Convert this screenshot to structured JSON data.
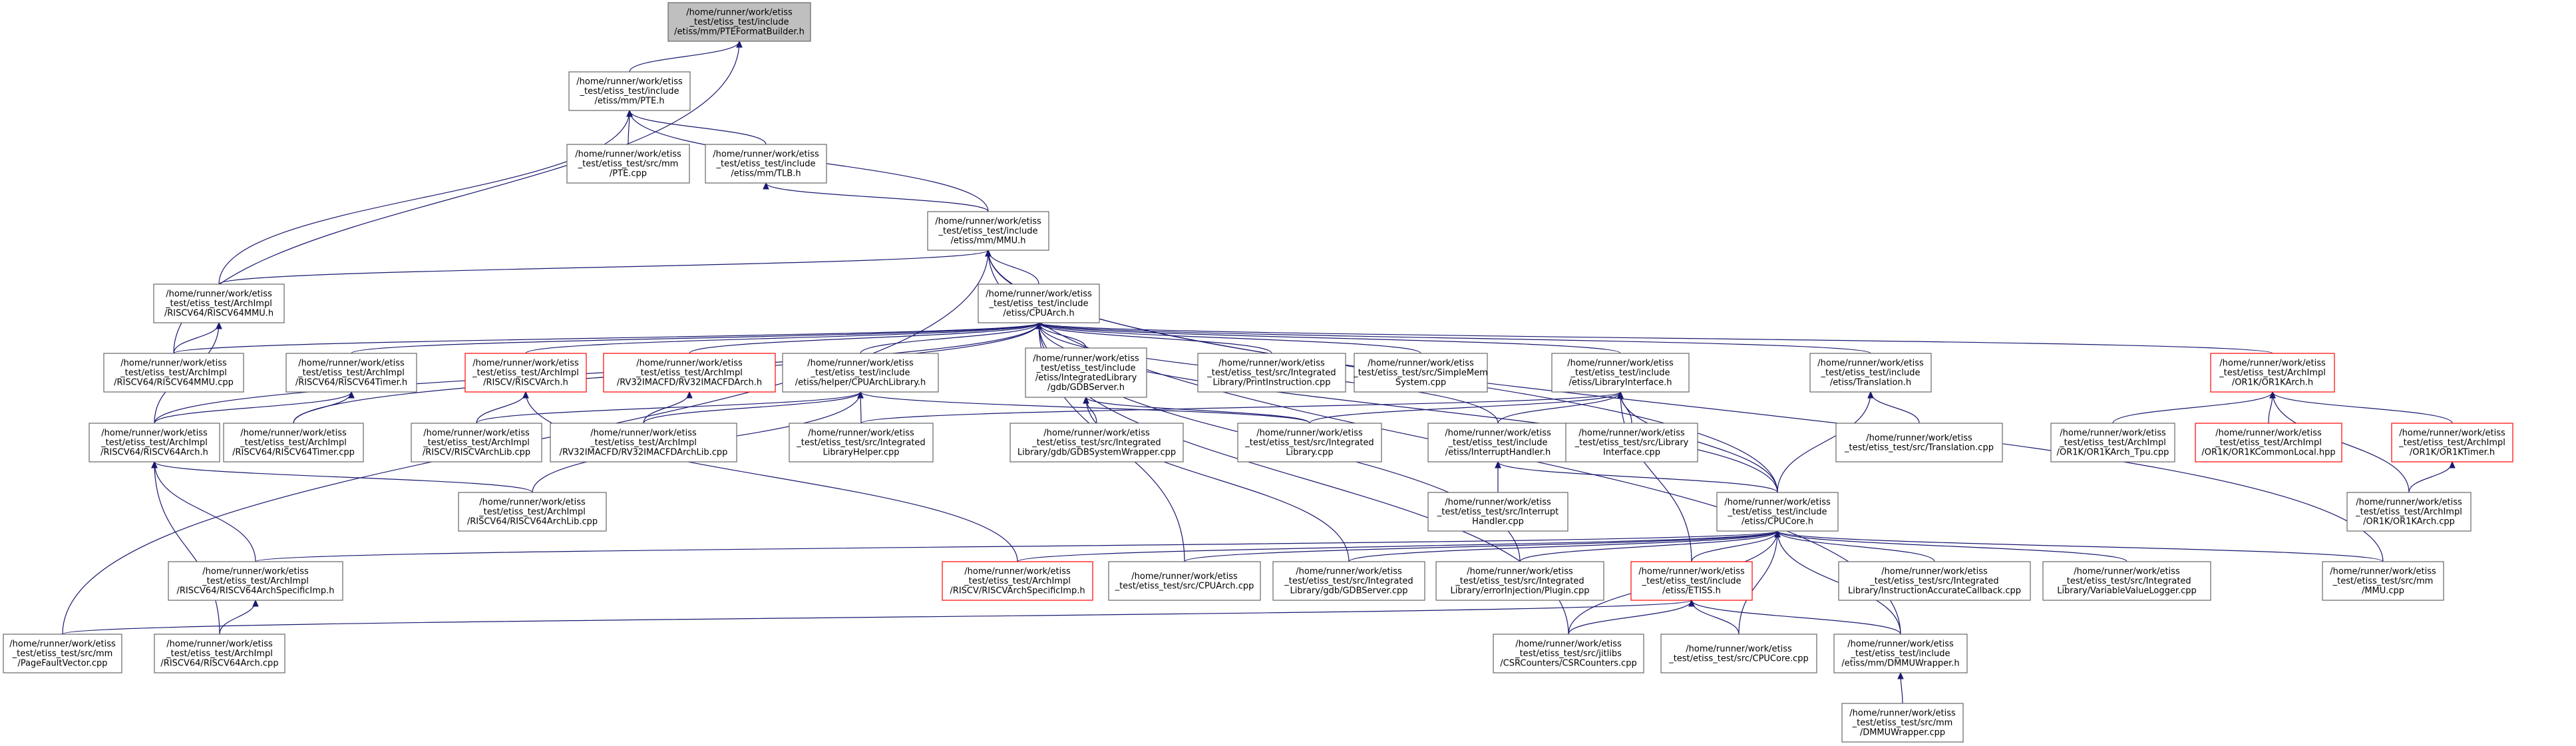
{
  "diagram": {
    "nodes": [
      {
        "id": "pteformatbuilder_h",
        "lines": [
          "/home/runner/work/etiss",
          "_test/etiss_test/include",
          "/etiss/mm/PTEFormatBuilder.h"
        ],
        "style": "root"
      },
      {
        "id": "pte_h",
        "lines": [
          "/home/runner/work/etiss",
          "_test/etiss_test/include",
          "/etiss/mm/PTE.h"
        ],
        "style": "normal"
      },
      {
        "id": "pte_cpp",
        "lines": [
          "/home/runner/work/etiss",
          "_test/etiss_test/src/mm",
          "/PTE.cpp"
        ],
        "style": "normal"
      },
      {
        "id": "tlb_h",
        "lines": [
          "/home/runner/work/etiss",
          "_test/etiss_test/include",
          "/etiss/mm/TLB.h"
        ],
        "style": "normal"
      },
      {
        "id": "mmu_h",
        "lines": [
          "/home/runner/work/etiss",
          "_test/etiss_test/include",
          "/etiss/mm/MMU.h"
        ],
        "style": "normal"
      },
      {
        "id": "riscv64mmu_h",
        "lines": [
          "/home/runner/work/etiss",
          "_test/etiss_test/ArchImpl",
          "/RISCV64/RISCV64MMU.h"
        ],
        "style": "normal"
      },
      {
        "id": "cpuarch_h",
        "lines": [
          "/home/runner/work/etiss",
          "_test/etiss_test/include",
          "/etiss/CPUArch.h"
        ],
        "style": "normal"
      },
      {
        "id": "riscv64mmu_cpp",
        "lines": [
          "/home/runner/work/etiss",
          "_test/etiss_test/ArchImpl",
          "/RISCV64/RISCV64MMU.cpp"
        ],
        "style": "normal"
      },
      {
        "id": "riscv64timer_h",
        "lines": [
          "/home/runner/work/etiss",
          "_test/etiss_test/ArchImpl",
          "/RISCV64/RISCV64Timer.h"
        ],
        "style": "normal"
      },
      {
        "id": "riscvarch_h",
        "lines": [
          "/home/runner/work/etiss",
          "_test/etiss_test/ArchImpl",
          "/RISCV/RISCVArch.h"
        ],
        "style": "red"
      },
      {
        "id": "rv32imacfdarch_h",
        "lines": [
          "/home/runner/work/etiss",
          "_test/etiss_test/ArchImpl",
          "/RV32IMACFD/RV32IMACFDArch.h"
        ],
        "style": "red"
      },
      {
        "id": "cpuarchlibrary_h",
        "lines": [
          "/home/runner/work/etiss",
          "_test/etiss_test/include",
          "/etiss/helper/CPUArchLibrary.h"
        ],
        "style": "normal"
      },
      {
        "id": "gdbserver_h",
        "lines": [
          "/home/runner/work/etiss",
          "_test/etiss_test/include",
          "/etiss/IntegratedLibrary",
          "/gdb/GDBServer.h"
        ],
        "style": "normal"
      },
      {
        "id": "printinstruction_cpp",
        "lines": [
          "/home/runner/work/etiss",
          "_test/etiss_test/src/Integrated",
          "Library/PrintInstruction.cpp"
        ],
        "style": "normal"
      },
      {
        "id": "simplemem_cpp",
        "lines": [
          "/home/runner/work/etiss",
          "_test/etiss_test/src/SimpleMem",
          "System.cpp"
        ],
        "style": "normal"
      },
      {
        "id": "libraryinterface_h",
        "lines": [
          "/home/runner/work/etiss",
          "_test/etiss_test/include",
          "/etiss/LibraryInterface.h"
        ],
        "style": "normal"
      },
      {
        "id": "translation_h",
        "lines": [
          "/home/runner/work/etiss",
          "_test/etiss_test/include",
          "/etiss/Translation.h"
        ],
        "style": "normal"
      },
      {
        "id": "or1karch_h",
        "lines": [
          "/home/runner/work/etiss",
          "_test/etiss_test/ArchImpl",
          "/OR1K/OR1KArch.h"
        ],
        "style": "red"
      },
      {
        "id": "riscv64arch_h",
        "lines": [
          "/home/runner/work/etiss",
          "_test/etiss_test/ArchImpl",
          "/RISCV64/RISCV64Arch.h"
        ],
        "style": "normal"
      },
      {
        "id": "riscv64timer_cpp",
        "lines": [
          "/home/runner/work/etiss",
          "_test/etiss_test/ArchImpl",
          "/RISCV64/RISCV64Timer.cpp"
        ],
        "style": "normal"
      },
      {
        "id": "riscvarchlib_cpp",
        "lines": [
          "/home/runner/work/etiss",
          "_test/etiss_test/ArchImpl",
          "/RISCV/RISCVArchLib.cpp"
        ],
        "style": "normal"
      },
      {
        "id": "rv32imacfdarchlib_cpp",
        "lines": [
          "/home/runner/work/etiss",
          "_test/etiss_test/ArchImpl",
          "/RV32IMACFD/RV32IMACFDArchLib.cpp"
        ],
        "style": "normal"
      },
      {
        "id": "libraryhelper_cpp",
        "lines": [
          "/home/runner/work/etiss",
          "_test/etiss_test/src/Integrated",
          "LibraryHelper.cpp"
        ],
        "style": "normal"
      },
      {
        "id": "gdbsystemwrapper_cpp",
        "lines": [
          "/home/runner/work/etiss",
          "_test/etiss_test/src/Integrated",
          "Library/gdb/GDBSystemWrapper.cpp"
        ],
        "style": "normal"
      },
      {
        "id": "integratedlibrary_cpp",
        "lines": [
          "/home/runner/work/etiss",
          "_test/etiss_test/src/Integrated",
          "Library.cpp"
        ],
        "style": "normal"
      },
      {
        "id": "interrupthandler_h",
        "lines": [
          "/home/runner/work/etiss",
          "_test/etiss_test/include",
          "/etiss/InterruptHandler.h"
        ],
        "style": "normal"
      },
      {
        "id": "libraryinterface_cpp",
        "lines": [
          "/home/runner/work/etiss",
          "_test/etiss_test/src/Library",
          "Interface.cpp"
        ],
        "style": "normal"
      },
      {
        "id": "translation_cpp",
        "lines": [
          "/home/runner/work/etiss",
          "_test/etiss_test/src/Translation.cpp"
        ],
        "style": "normal"
      },
      {
        "id": "or1karch_tpu_cpp",
        "lines": [
          "/home/runner/work/etiss",
          "_test/etiss_test/ArchImpl",
          "/OR1K/OR1KArch_Tpu.cpp"
        ],
        "style": "normal"
      },
      {
        "id": "or1kcommonlocal_hpp",
        "lines": [
          "/home/runner/work/etiss",
          "_test/etiss_test/ArchImpl",
          "/OR1K/OR1KCommonLocal.hpp"
        ],
        "style": "red"
      },
      {
        "id": "or1ktimer_h",
        "lines": [
          "/home/runner/work/etiss",
          "_test/etiss_test/ArchImpl",
          "/OR1K/OR1KTimer.h"
        ],
        "style": "red"
      },
      {
        "id": "riscv64archlib_cpp",
        "lines": [
          "/home/runner/work/etiss",
          "_test/etiss_test/ArchImpl",
          "/RISCV64/RISCV64ArchLib.cpp"
        ],
        "style": "normal"
      },
      {
        "id": "interrupthandler_cpp",
        "lines": [
          "/home/runner/work/etiss",
          "_test/etiss_test/src/Interrupt",
          "Handler.cpp"
        ],
        "style": "normal"
      },
      {
        "id": "cpucore_h",
        "lines": [
          "/home/runner/work/etiss",
          "_test/etiss_test/include",
          "/etiss/CPUCore.h"
        ],
        "style": "normal"
      },
      {
        "id": "or1karch_cpp",
        "lines": [
          "/home/runner/work/etiss",
          "_test/etiss_test/ArchImpl",
          "/OR1K/OR1KArch.cpp"
        ],
        "style": "normal"
      },
      {
        "id": "riscv64archspecificimp_h",
        "lines": [
          "/home/runner/work/etiss",
          "_test/etiss_test/ArchImpl",
          "/RISCV64/RISCV64ArchSpecificImp.h"
        ],
        "style": "normal"
      },
      {
        "id": "riscvarchspecificimp_h",
        "lines": [
          "/home/runner/work/etiss",
          "_test/etiss_test/ArchImpl",
          "/RISCV/RISCVArchSpecificImp.h"
        ],
        "style": "red"
      },
      {
        "id": "cpuarch_cpp",
        "lines": [
          "/home/runner/work/etiss",
          "_test/etiss_test/src/CPUArch.cpp"
        ],
        "style": "normal"
      },
      {
        "id": "gdbserver_cpp",
        "lines": [
          "/home/runner/work/etiss",
          "_test/etiss_test/src/Integrated",
          "Library/gdb/GDBServer.cpp"
        ],
        "style": "normal"
      },
      {
        "id": "errorinjection_cpp",
        "lines": [
          "/home/runner/work/etiss",
          "_test/etiss_test/src/Integrated",
          "Library/errorInjection/Plugin.cpp"
        ],
        "style": "normal"
      },
      {
        "id": "etiss_h",
        "lines": [
          "/home/runner/work/etiss",
          "_test/etiss_test/include",
          "/etiss/ETISS.h"
        ],
        "style": "red"
      },
      {
        "id": "instructionaccuratecallback_cpp",
        "lines": [
          "/home/runner/work/etiss",
          "_test/etiss_test/src/Integrated",
          "Library/InstructionAccurateCallback.cpp"
        ],
        "style": "normal"
      },
      {
        "id": "variablevaluelogger_cpp",
        "lines": [
          "/home/runner/work/etiss",
          "_test/etiss_test/src/Integrated",
          "Library/VariableValueLogger.cpp"
        ],
        "style": "normal"
      },
      {
        "id": "mmu_cpp",
        "lines": [
          "/home/runner/work/etiss",
          "_test/etiss_test/src/mm",
          "/MMU.cpp"
        ],
        "style": "normal"
      },
      {
        "id": "pagefaultvector_cpp",
        "lines": [
          "/home/runner/work/etiss",
          "_test/etiss_test/src/mm",
          "/PageFaultVector.cpp"
        ],
        "style": "normal"
      },
      {
        "id": "riscv64arch_cpp",
        "lines": [
          "/home/runner/work/etiss",
          "_test/etiss_test/ArchImpl",
          "/RISCV64/RISCV64Arch.cpp"
        ],
        "style": "normal"
      },
      {
        "id": "csrcounters_cpp",
        "lines": [
          "/home/runner/work/etiss",
          "_test/etiss_test/src/jitlibs",
          "/CSRCounters/CSRCounters.cpp"
        ],
        "style": "normal"
      },
      {
        "id": "cpucore_cpp",
        "lines": [
          "/home/runner/work/etiss",
          "_test/etiss_test/src/CPUCore.cpp"
        ],
        "style": "normal"
      },
      {
        "id": "dmmuwrapper_h",
        "lines": [
          "/home/runner/work/etiss",
          "_test/etiss_test/include",
          "/etiss/mm/DMMUWrapper.h"
        ],
        "style": "normal"
      },
      {
        "id": "dmmuwrapper_cpp",
        "lines": [
          "/home/runner/work/etiss",
          "_test/etiss_test/src/mm",
          "/DMMUWrapper.cpp"
        ],
        "style": "normal"
      }
    ],
    "edges": [
      [
        "pteformatbuilder_h",
        "pte_h"
      ],
      [
        "pteformatbuilder_h",
        "riscv64mmu_cpp"
      ],
      [
        "pte_h",
        "pte_cpp"
      ],
      [
        "pte_h",
        "tlb_h"
      ],
      [
        "pte_h",
        "mmu_h"
      ],
      [
        "pte_h",
        "riscv64mmu_h"
      ],
      [
        "tlb_h",
        "mmu_h"
      ],
      [
        "mmu_h",
        "riscv64mmu_h"
      ],
      [
        "mmu_h",
        "cpuarch_h"
      ],
      [
        "mmu_h",
        "cpucore_h"
      ],
      [
        "mmu_h",
        "mmu_cpp"
      ],
      [
        "mmu_h",
        "pagefaultvector_cpp"
      ],
      [
        "mmu_h",
        "dmmuwrapper_h"
      ],
      [
        "riscv64mmu_h",
        "riscv64mmu_cpp"
      ],
      [
        "riscv64mmu_h",
        "riscv64arch_h"
      ],
      [
        "cpuarch_h",
        "riscv64arch_h"
      ],
      [
        "cpuarch_h",
        "riscv64timer_h"
      ],
      [
        "cpuarch_h",
        "riscvarch_h"
      ],
      [
        "cpuarch_h",
        "rv32imacfdarch_h"
      ],
      [
        "cpuarch_h",
        "cpuarchlibrary_h"
      ],
      [
        "cpuarch_h",
        "gdbserver_h"
      ],
      [
        "cpuarch_h",
        "printinstruction_cpp"
      ],
      [
        "cpuarch_h",
        "simplemem_cpp"
      ],
      [
        "cpuarch_h",
        "libraryinterface_h"
      ],
      [
        "cpuarch_h",
        "translation_h"
      ],
      [
        "cpuarch_h",
        "or1karch_h"
      ],
      [
        "cpuarch_h",
        "interrupthandler_h"
      ],
      [
        "cpuarch_h",
        "cpucore_h"
      ],
      [
        "cpuarch_h",
        "cpuarch_cpp"
      ],
      [
        "cpuarch_h",
        "errorinjection_cpp"
      ],
      [
        "cpuarch_h",
        "csrcounters_cpp"
      ],
      [
        "cpuarch_h",
        "riscv64timer_cpp"
      ],
      [
        "cpuarch_h",
        "riscv64mmu_cpp"
      ],
      [
        "riscv64timer_h",
        "riscv64timer_cpp"
      ],
      [
        "riscv64timer_h",
        "riscv64arch_h"
      ],
      [
        "riscvarch_h",
        "riscvarchlib_cpp"
      ],
      [
        "riscvarch_h",
        "riscvarchspecificimp_h"
      ],
      [
        "rv32imacfdarch_h",
        "rv32imacfdarchlib_cpp"
      ],
      [
        "cpuarchlibrary_h",
        "riscvarchlib_cpp"
      ],
      [
        "cpuarchlibrary_h",
        "rv32imacfdarchlib_cpp"
      ],
      [
        "cpuarchlibrary_h",
        "libraryhelper_cpp"
      ],
      [
        "cpuarchlibrary_h",
        "integratedlibrary_cpp"
      ],
      [
        "cpuarchlibrary_h",
        "riscv64archlib_cpp"
      ],
      [
        "gdbserver_h",
        "gdbsystemwrapper_cpp"
      ],
      [
        "gdbserver_h",
        "integratedlibrary_cpp"
      ],
      [
        "gdbserver_h",
        "gdbserver_cpp"
      ],
      [
        "libraryinterface_h",
        "libraryhelper_cpp"
      ],
      [
        "libraryinterface_h",
        "integratedlibrary_cpp"
      ],
      [
        "libraryinterface_h",
        "interrupthandler_h"
      ],
      [
        "libraryinterface_h",
        "libraryinterface_cpp"
      ],
      [
        "libraryinterface_h",
        "cpucore_h"
      ],
      [
        "libraryinterface_h",
        "etiss_h"
      ],
      [
        "translation_h",
        "translation_cpp"
      ],
      [
        "translation_h",
        "cpucore_h"
      ],
      [
        "or1karch_h",
        "or1karch_tpu_cpp"
      ],
      [
        "or1karch_h",
        "or1kcommonlocal_hpp"
      ],
      [
        "or1karch_h",
        "or1ktimer_h"
      ],
      [
        "or1karch_h",
        "or1karch_cpp"
      ],
      [
        "or1ktimer_h",
        "or1karch_cpp"
      ],
      [
        "riscv64arch_h",
        "riscv64archlib_cpp"
      ],
      [
        "riscv64arch_h",
        "riscv64archspecificimp_h"
      ],
      [
        "riscv64arch_h",
        "riscv64arch_cpp"
      ],
      [
        "riscv64archspecificimp_h",
        "riscv64arch_cpp"
      ],
      [
        "interrupthandler_h",
        "interrupthandler_cpp"
      ],
      [
        "interrupthandler_h",
        "cpucore_h"
      ],
      [
        "cpucore_h",
        "riscv64archspecificimp_h"
      ],
      [
        "cpucore_h",
        "riscvarchspecificimp_h"
      ],
      [
        "cpucore_h",
        "cpuarch_cpp"
      ],
      [
        "cpucore_h",
        "gdbserver_cpp"
      ],
      [
        "cpucore_h",
        "errorinjection_cpp"
      ],
      [
        "cpucore_h",
        "etiss_h"
      ],
      [
        "cpucore_h",
        "instructionaccuratecallback_cpp"
      ],
      [
        "cpucore_h",
        "variablevaluelogger_cpp"
      ],
      [
        "cpucore_h",
        "mmu_cpp"
      ],
      [
        "cpucore_h",
        "csrcounters_cpp"
      ],
      [
        "cpucore_h",
        "cpucore_cpp"
      ],
      [
        "cpucore_h",
        "dmmuwrapper_h"
      ],
      [
        "etiss_h",
        "pagefaultvector_cpp"
      ],
      [
        "etiss_h",
        "csrcounters_cpp"
      ],
      [
        "etiss_h",
        "cpucore_cpp"
      ],
      [
        "etiss_h",
        "dmmuwrapper_h"
      ],
      [
        "dmmuwrapper_h",
        "dmmuwrapper_cpp"
      ]
    ]
  }
}
